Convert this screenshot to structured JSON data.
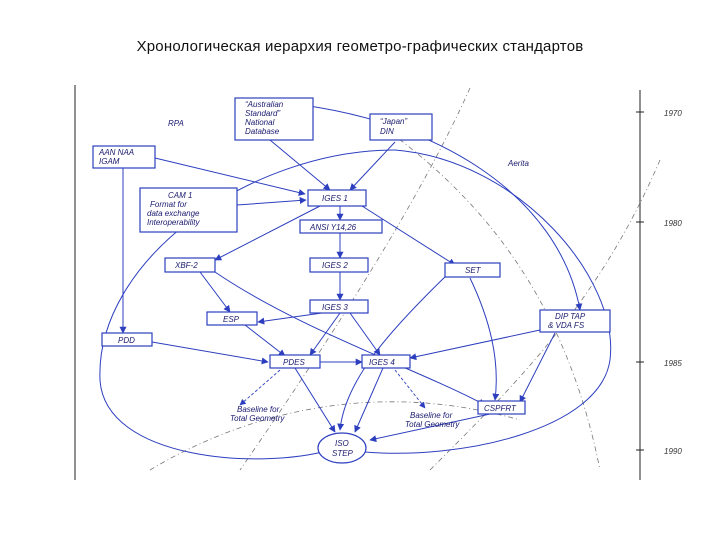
{
  "title": "Хронологическая иерархия геометро-графических стандартов",
  "nodes": [
    {
      "id": "lock",
      "lines": [
        "“Australian",
        "Standard”",
        "National",
        "Database"
      ]
    },
    {
      "id": "din",
      "lines": [
        "“Japan”",
        "DIN"
      ]
    },
    {
      "id": "aam",
      "lines": [
        "AAN NAA",
        "IGAM"
      ]
    },
    {
      "id": "cam",
      "lines": [
        "CAM 1",
        "Format for",
        "data exchange",
        "Interoperability"
      ]
    },
    {
      "id": "iges1",
      "lines": [
        "IGES 1"
      ]
    },
    {
      "id": "ansi",
      "lines": [
        "ANSI Y14,26"
      ]
    },
    {
      "id": "xbf",
      "lines": [
        "XBF-2"
      ]
    },
    {
      "id": "iges2",
      "lines": [
        "IGES 2"
      ]
    },
    {
      "id": "set",
      "lines": [
        "SET"
      ]
    },
    {
      "id": "iges3",
      "lines": [
        "IGES 3"
      ]
    },
    {
      "id": "esp",
      "lines": [
        "ESP"
      ]
    },
    {
      "id": "dip",
      "lines": [
        "DIP TAP",
        "& VDA FS"
      ]
    },
    {
      "id": "pdd",
      "lines": [
        "PDD"
      ]
    },
    {
      "id": "pdes",
      "lines": [
        "PDES"
      ]
    },
    {
      "id": "iges4",
      "lines": [
        "IGES 4"
      ]
    },
    {
      "id": "cspfrt",
      "lines": [
        "CSPFRT"
      ]
    },
    {
      "id": "iso",
      "lines": [
        "ISO",
        "STEP"
      ]
    }
  ],
  "labels": [
    {
      "id": "rpa",
      "text": "RPA"
    },
    {
      "id": "aerita",
      "text": "Aerita"
    },
    {
      "id": "ann1",
      "lines": [
        "Baseline for",
        "Total Geometry"
      ]
    },
    {
      "id": "ann2",
      "lines": [
        "Baseline for",
        "Total Geometry"
      ]
    }
  ],
  "years": [
    "1970",
    "1980",
    "1985",
    "1990"
  ]
}
